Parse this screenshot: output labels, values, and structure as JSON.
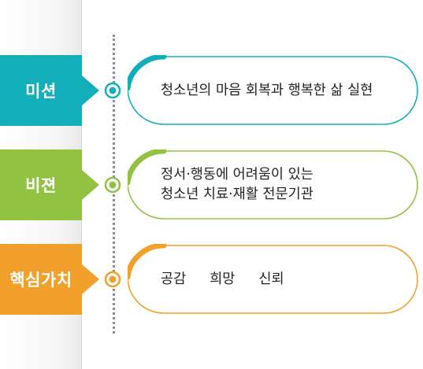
{
  "colors": {
    "mission": "#12afbb",
    "vision": "#92c242",
    "core_values": "#f1a02b",
    "dotted_line": "#8c8c8c"
  },
  "mission": {
    "label": "미션",
    "text": "청소년의 마음 회복과 행복한 삶 실현"
  },
  "vision": {
    "label": "비젼",
    "text_lines": [
      "정서·행동에 어려움이 있는",
      "청소년 치료·재활 전문기관"
    ]
  },
  "core_values": {
    "label": "핵심가치",
    "items": [
      "공감",
      "희망",
      "신뢰"
    ]
  }
}
